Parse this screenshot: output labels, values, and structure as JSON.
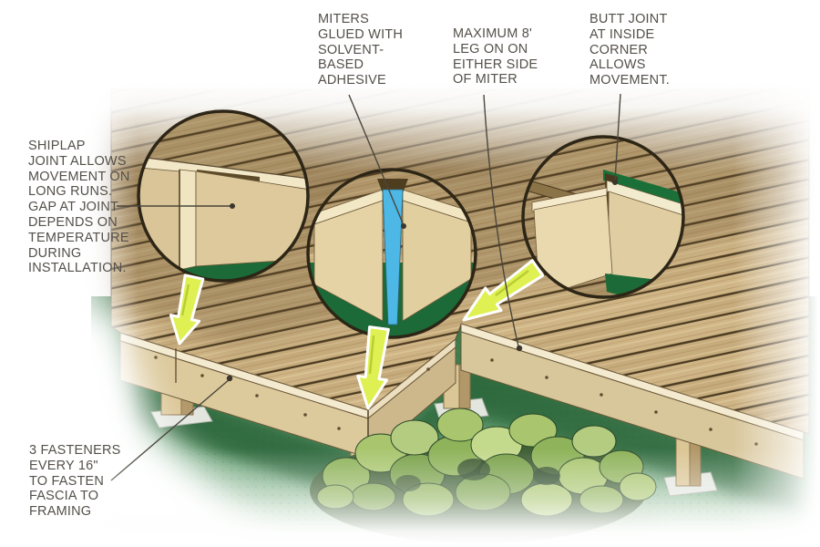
{
  "figure": {
    "type": "deck-fascia-installation-diagram",
    "background": "#ffffff",
    "palette": {
      "deck_board": "#cbb184",
      "board_gap": "#4a3a20",
      "fascia_face": "#dcc99c",
      "fascia_cap": "#f3ead0",
      "grass": "#4a8a59",
      "grass_shadow": "#256036",
      "callout_green": "#1c6a37",
      "adhesive_blue": "#4db7e6",
      "arrow_yellow": "#dff052",
      "circle_outline": "#2d2616",
      "leader_line": "#4a463c",
      "text": "#54504a"
    },
    "labels": {
      "miters": {
        "lines": [
          "MITERS",
          "GLUED WITH",
          "SOLVENT-",
          "BASED",
          "ADHESIVE"
        ]
      },
      "max_leg": {
        "lines": [
          "MAXIMUM 8'",
          "LEG ON ON",
          "EITHER SIDE",
          "OF MITER"
        ]
      },
      "butt_joint": {
        "lines": [
          "BUTT JOINT",
          "AT INSIDE",
          "CORNER",
          "ALLOWS",
          "MOVEMENT."
        ]
      },
      "shiplap": {
        "lines": [
          "SHIPLAP",
          "JOINT ALLOWS",
          "MOVEMENT ON",
          "LONG RUNS.",
          "GAP AT JOINT",
          "DEPENDS ON",
          "TEMPERATURE",
          "DURING",
          "INSTALLATION."
        ]
      },
      "fasteners": {
        "lines": [
          "3 FASTENERS",
          "EVERY 16\"",
          "TO FASTEN",
          "FASCIA TO",
          "FRAMING"
        ]
      }
    },
    "callouts": [
      {
        "name": "shiplap-joint-detail"
      },
      {
        "name": "miter-joint-detail"
      },
      {
        "name": "butt-joint-detail"
      }
    ]
  }
}
